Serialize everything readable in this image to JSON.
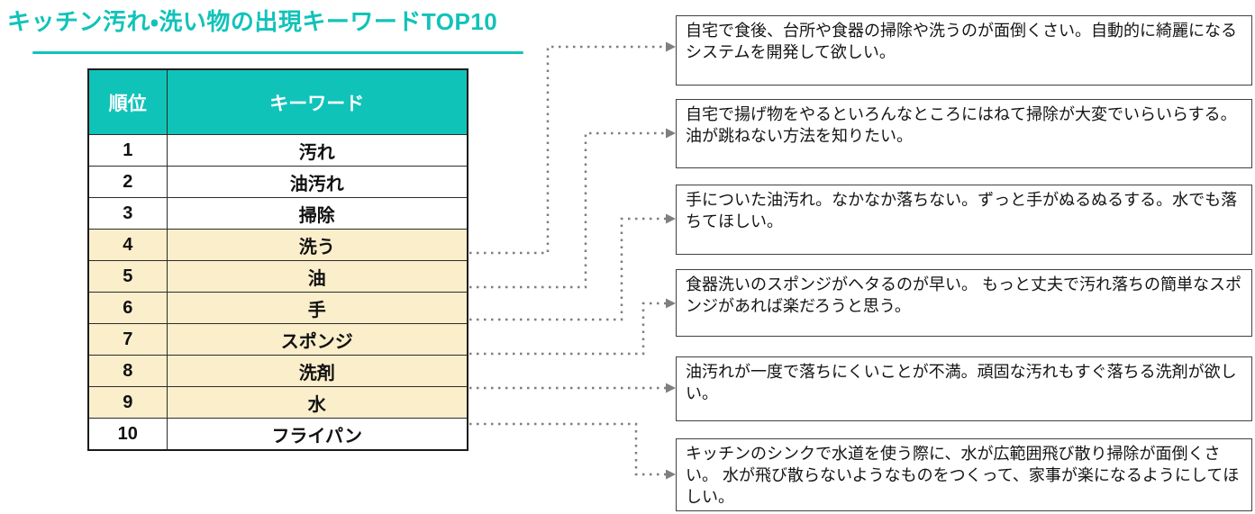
{
  "title": "キッチン汚れ・洗い物の出現キーワードTOP10",
  "table": {
    "headers": {
      "rank": "順位",
      "keyword": "キーワード"
    },
    "rows": [
      {
        "rank": "1",
        "keyword": "汚れ",
        "highlighted": false
      },
      {
        "rank": "2",
        "keyword": "油汚れ",
        "highlighted": false
      },
      {
        "rank": "3",
        "keyword": "掃除",
        "highlighted": false
      },
      {
        "rank": "4",
        "keyword": "洗う",
        "highlighted": true
      },
      {
        "rank": "5",
        "keyword": "油",
        "highlighted": true
      },
      {
        "rank": "6",
        "keyword": "手",
        "highlighted": true
      },
      {
        "rank": "7",
        "keyword": "スポンジ",
        "highlighted": true
      },
      {
        "rank": "8",
        "keyword": "洗剤",
        "highlighted": true
      },
      {
        "rank": "9",
        "keyword": "水",
        "highlighted": true
      },
      {
        "rank": "10",
        "keyword": "フライパン",
        "highlighted": false
      }
    ]
  },
  "callouts": [
    {
      "linked_rank": "4",
      "text": "自宅で食後、台所や食器の掃除や洗うのが面倒くさい。自動的に綺麗になるシステムを開発して欲しい。"
    },
    {
      "linked_rank": "5",
      "text": "自宅で揚げ物をやるといろんなところにはねて掃除が大変でいらいらする。 油が跳ねない方法を知りたい。"
    },
    {
      "linked_rank": "6",
      "text": "手についた油汚れ。なかなか落ちない。ずっと手がぬるぬるする。水でも落ちてほしい。"
    },
    {
      "linked_rank": "7",
      "text": "食器洗いのスポンジがヘタるのが早い。 もっと丈夫で汚れ落ちの簡単なスポンジがあれば楽だろうと思う。"
    },
    {
      "linked_rank": "8",
      "text": "油汚れが一度で落ちにくいことが不満。頑固な汚れもすぐ落ちる洗剤が欲しい。"
    },
    {
      "linked_rank": "9",
      "text": "キッチンのシンクで水道を使う際に、水が広範囲飛び散り掃除が面倒くさい。 水が飛び散らないようなものをつくって、家事が楽になるようにしてほしい。"
    }
  ],
  "colors": {
    "accent_teal": "#10c3b9",
    "highlight_cream": "#fbeecb",
    "connector_gray": "#7f7f7f",
    "header_text": "#ffffff",
    "body_text": "#141414"
  }
}
